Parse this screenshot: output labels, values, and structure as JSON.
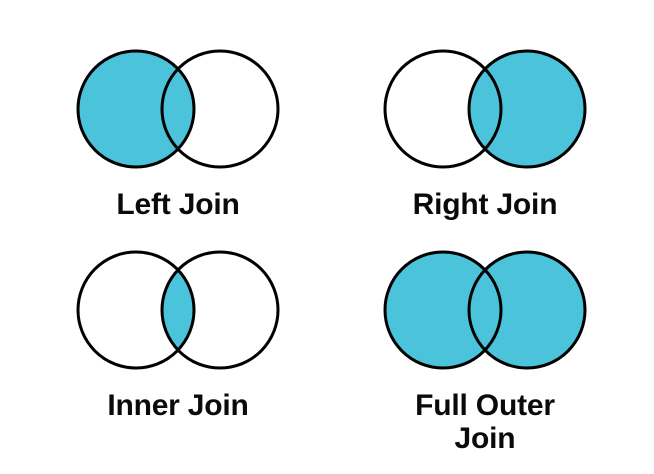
{
  "page": {
    "title": "SQL Join Types Venn Diagrams",
    "background_color": "#ffffff"
  },
  "style": {
    "fill_color": "#4BC3DB",
    "empty_color": "#ffffff",
    "stroke_color": "#000000",
    "label_color": "#0a0a0a"
  },
  "diagrams": [
    {
      "id": "left-join",
      "label": "Left Join",
      "left_circle_filled": true,
      "right_circle_filled": false,
      "intersection_filled": true
    },
    {
      "id": "right-join",
      "label": "Right Join",
      "left_circle_filled": false,
      "right_circle_filled": true,
      "intersection_filled": true
    },
    {
      "id": "inner-join",
      "label": "Inner Join",
      "left_circle_filled": false,
      "right_circle_filled": false,
      "intersection_filled": true
    },
    {
      "id": "full-outer-join",
      "label": "Full Outer\nJoin",
      "left_circle_filled": true,
      "right_circle_filled": true,
      "intersection_filled": true
    }
  ]
}
